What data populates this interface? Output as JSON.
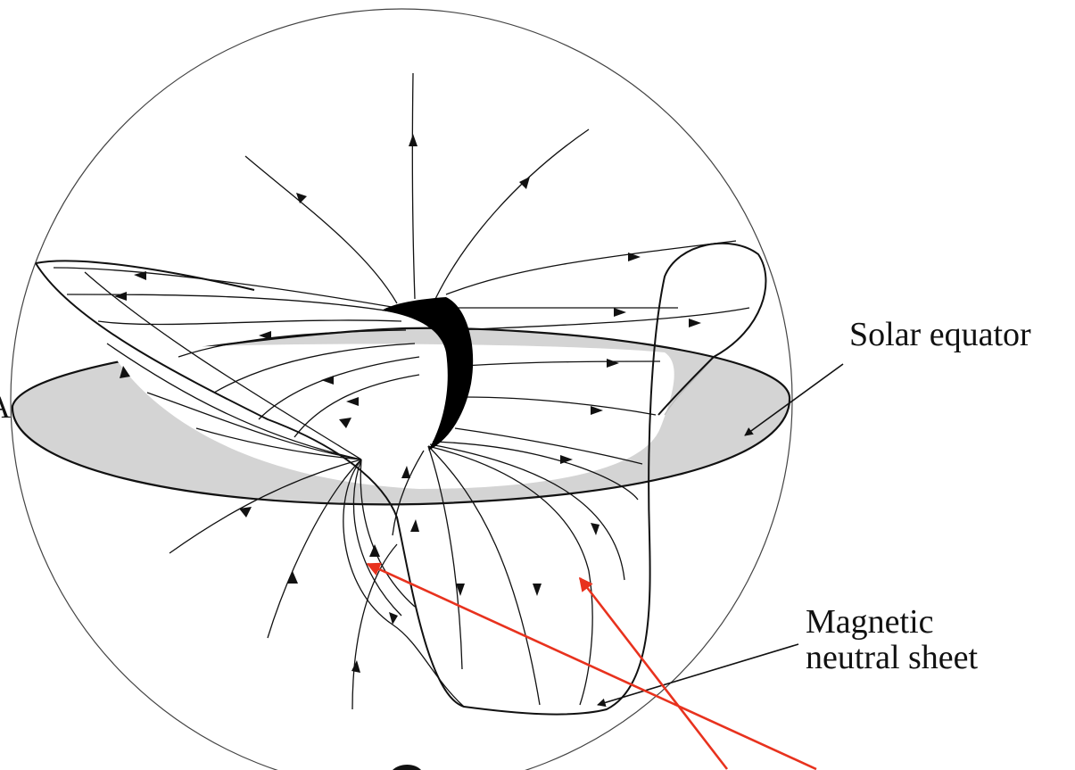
{
  "labels": {
    "solar_equator": "Solar equator",
    "neutral_sheet_line1": "Magnetic",
    "neutral_sheet_line2": "neutral sheet",
    "cut_edge": "A"
  },
  "colors": {
    "line": "#111111",
    "sun_fill": "#000000",
    "equator_fill": "#d4d4d4",
    "annotation_arrow": "#e8321e"
  }
}
